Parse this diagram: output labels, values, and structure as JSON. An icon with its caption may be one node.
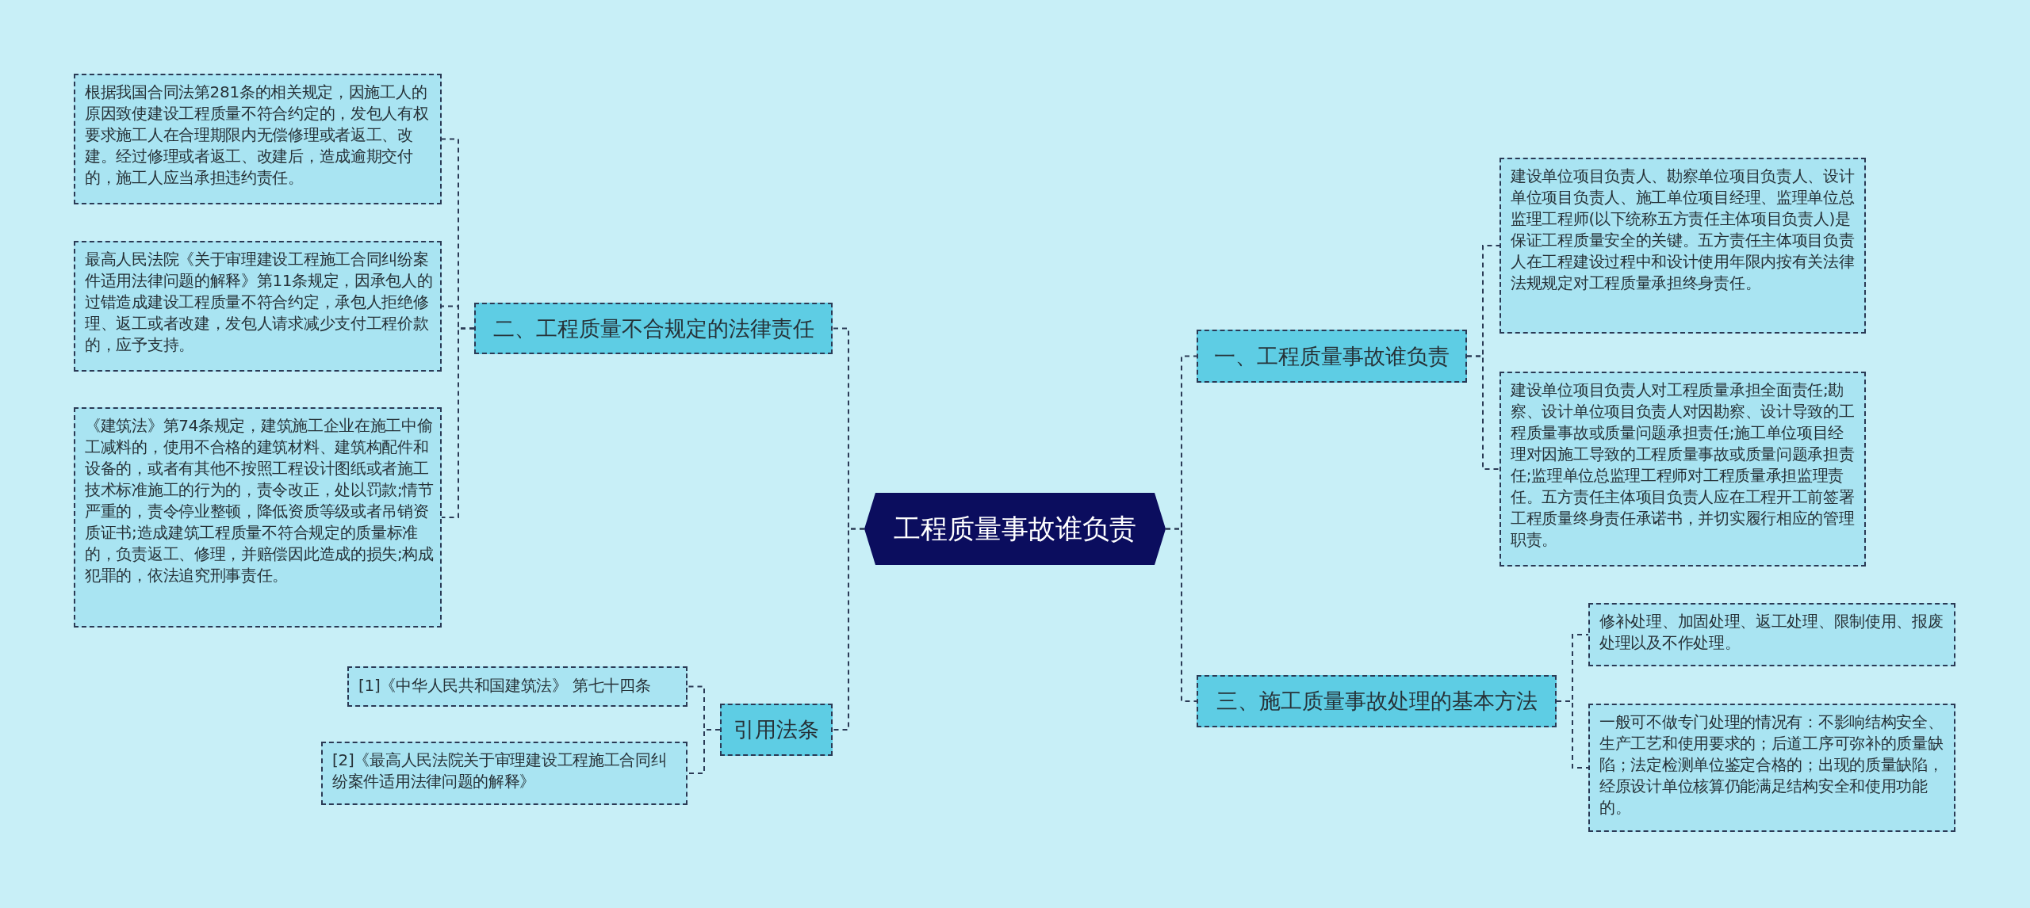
{
  "diagram": {
    "nodes": [
      {
        "text": [
          "工程质量事故谁负责"
        ]
      },
      {
        "text": [
          "一、工程质量事故谁负责"
        ]
      },
      {
        "text": [
          "建设单位项目负责人、勘察单位项目负责人、设计单位项目负责人、施工单位项目经理、监理单位总监理工程师(以下统称五方责任主体项目负责人)是保证工程质量安全的关键。五方责任主体项目负责人在工程建设过程中和设计使用年限内按有关法律法规规定对工程质量承担终身责任。"
        ]
      },
      {
        "text": [
          "建设单位项目负责人对工程质量承担全面责任;勘察、设计单位项目负责人对因勘察、设计导致的工程质量事故或质量问题承担责任;施工单位项目经理对因施工导致的工程质量事故或质量问题承担责任;监理单位总监理工程师对工程质量承担监理责任。五方责任主体项目负责人应在工程开工前签署工程质量终身责任承诺书，并切实履行相应的管理职责。"
        ]
      },
      {
        "text": [
          "三、施工质量事故处理的基本方法"
        ]
      },
      {
        "text": [
          "修补处理、加固处理、返工处理、限制使用、报废处理以及不作处理。"
        ]
      },
      {
        "text": [
          "一般可不做专门处理的情况有：不影响结构安全、生产工艺和使用要求的；后道工序可弥补的质量缺陷；法定检测单位鉴定合格的；出现的质量缺陷，经原设计单位核算仍能满足结构安全和使用功能的。"
        ]
      },
      {
        "text": [
          "二、工程质量不合规定的法律责任"
        ]
      },
      {
        "text": [
          "根据我国合同法第281条的相关规定，因施工人的原因致使建设工程质量不符合约定的，发包人有权要求施工人在合理期限内无偿修理或者返工、改建。经过修理或者返工、改建后，造成逾期交付的，施工人应当承担违约责任。"
        ]
      },
      {
        "text": [
          "最高人民法院《关于审理建设工程施工合同纠纷案件适用法律问题的解释》第11条规定，因承包人的过错造成建设工程质量不符合约定，承包人拒绝修理、返工或者改建，发包人请求减少支付工程价款的，应予支持。"
        ]
      },
      {
        "text": [
          "《建筑法》第74条规定，建筑施工企业在施工中偷工减料的，使用不合格的建筑材料、建筑构配件和设备的，或者有其他不按照工程设计图纸或者施工技术标准施工的行为的，责令改正，处以罚款;情节严重的，责令停业整顿，降低资质等级或者吊销资质证书;造成建筑工程质量不符合规定的质量标准的，负责返工、修理，并赔偿因此造成的损失;构成犯罪的，依法追究刑事责任。"
        ]
      },
      {
        "text": [
          "引用法条"
        ]
      },
      {
        "text": [
          "[1]《中华人民共和国建筑法》 第七十四条"
        ]
      },
      {
        "text": [
          "[2]《最高人民法院关于审理建设工程施工合同纠纷案件适用法律问题的解释》"
        ]
      }
    ],
    "edges": [
      {
        "from": 0,
        "to": 1,
        "arrow": "none"
      },
      {
        "from": 0,
        "to": 4,
        "arrow": "none"
      },
      {
        "from": 0,
        "to": 7,
        "arrow": "none"
      },
      {
        "from": 0,
        "to": 11,
        "arrow": "none"
      },
      {
        "from": 1,
        "to": 2,
        "arrow": "none"
      },
      {
        "from": 1,
        "to": 3,
        "arrow": "none"
      },
      {
        "from": 4,
        "to": 5,
        "arrow": "none"
      },
      {
        "from": 4,
        "to": 6,
        "arrow": "none"
      },
      {
        "from": 7,
        "to": 8,
        "arrow": "none"
      },
      {
        "from": 7,
        "to": 9,
        "arrow": "none"
      },
      {
        "from": 7,
        "to": 10,
        "arrow": "none"
      },
      {
        "from": 11,
        "to": 12,
        "arrow": "none"
      },
      {
        "from": 11,
        "to": 13,
        "arrow": "none"
      }
    ]
  }
}
